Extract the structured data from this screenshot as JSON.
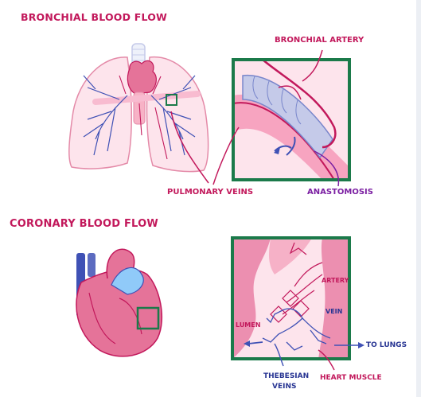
{
  "sections": {
    "bronchial": {
      "title": "BRONCHIAL BLOOD FLOW",
      "labels": {
        "bronchial_artery": "BRONCHIAL ARTERY",
        "pulmonary_veins": "PULMONARY VEINS",
        "anastomosis": "ANASTOMOSIS"
      }
    },
    "coronary": {
      "title": "CORONARY BLOOD FLOW",
      "labels": {
        "artery": "ARTERY",
        "vein": "VEIN",
        "lumen": "LUMEN",
        "to_lungs": "TO LUNGS",
        "thebesian_veins_line1": "THEBESIAN",
        "thebesian_veins_line2": "VEINS",
        "heart_muscle": "HEART MUSCLE"
      }
    }
  },
  "colors": {
    "title": "#c2185b",
    "frame_green": "#1b7a4a",
    "vein_blue": "#3f51b5",
    "artery_red": "#d81b60",
    "anastomosis_purple": "#7b1fa2"
  }
}
